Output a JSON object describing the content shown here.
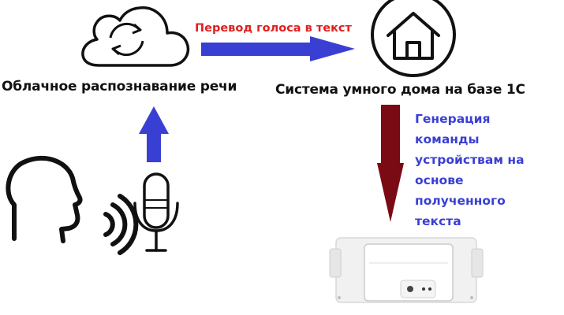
{
  "labels": {
    "cloud": "Облачное распознавание речи",
    "home": "Система умного дома на базе 1С",
    "arrow_top": "Перевод голоса в текст",
    "command_lines": [
      "Генерация",
      "команды",
      "устройствам на",
      "основе",
      "полученного",
      "текста"
    ]
  },
  "colors": {
    "blue_arrow": "#3a3fd4",
    "dark_red_arrow": "#7a0a14",
    "red_text": "#e02020",
    "ink": "#111111"
  },
  "icons": {
    "cloud": "cloud-sync-icon",
    "house": "house-icon",
    "head": "speaking-head-icon",
    "microphone": "microphone-icon",
    "device": "smart-relay-device"
  }
}
